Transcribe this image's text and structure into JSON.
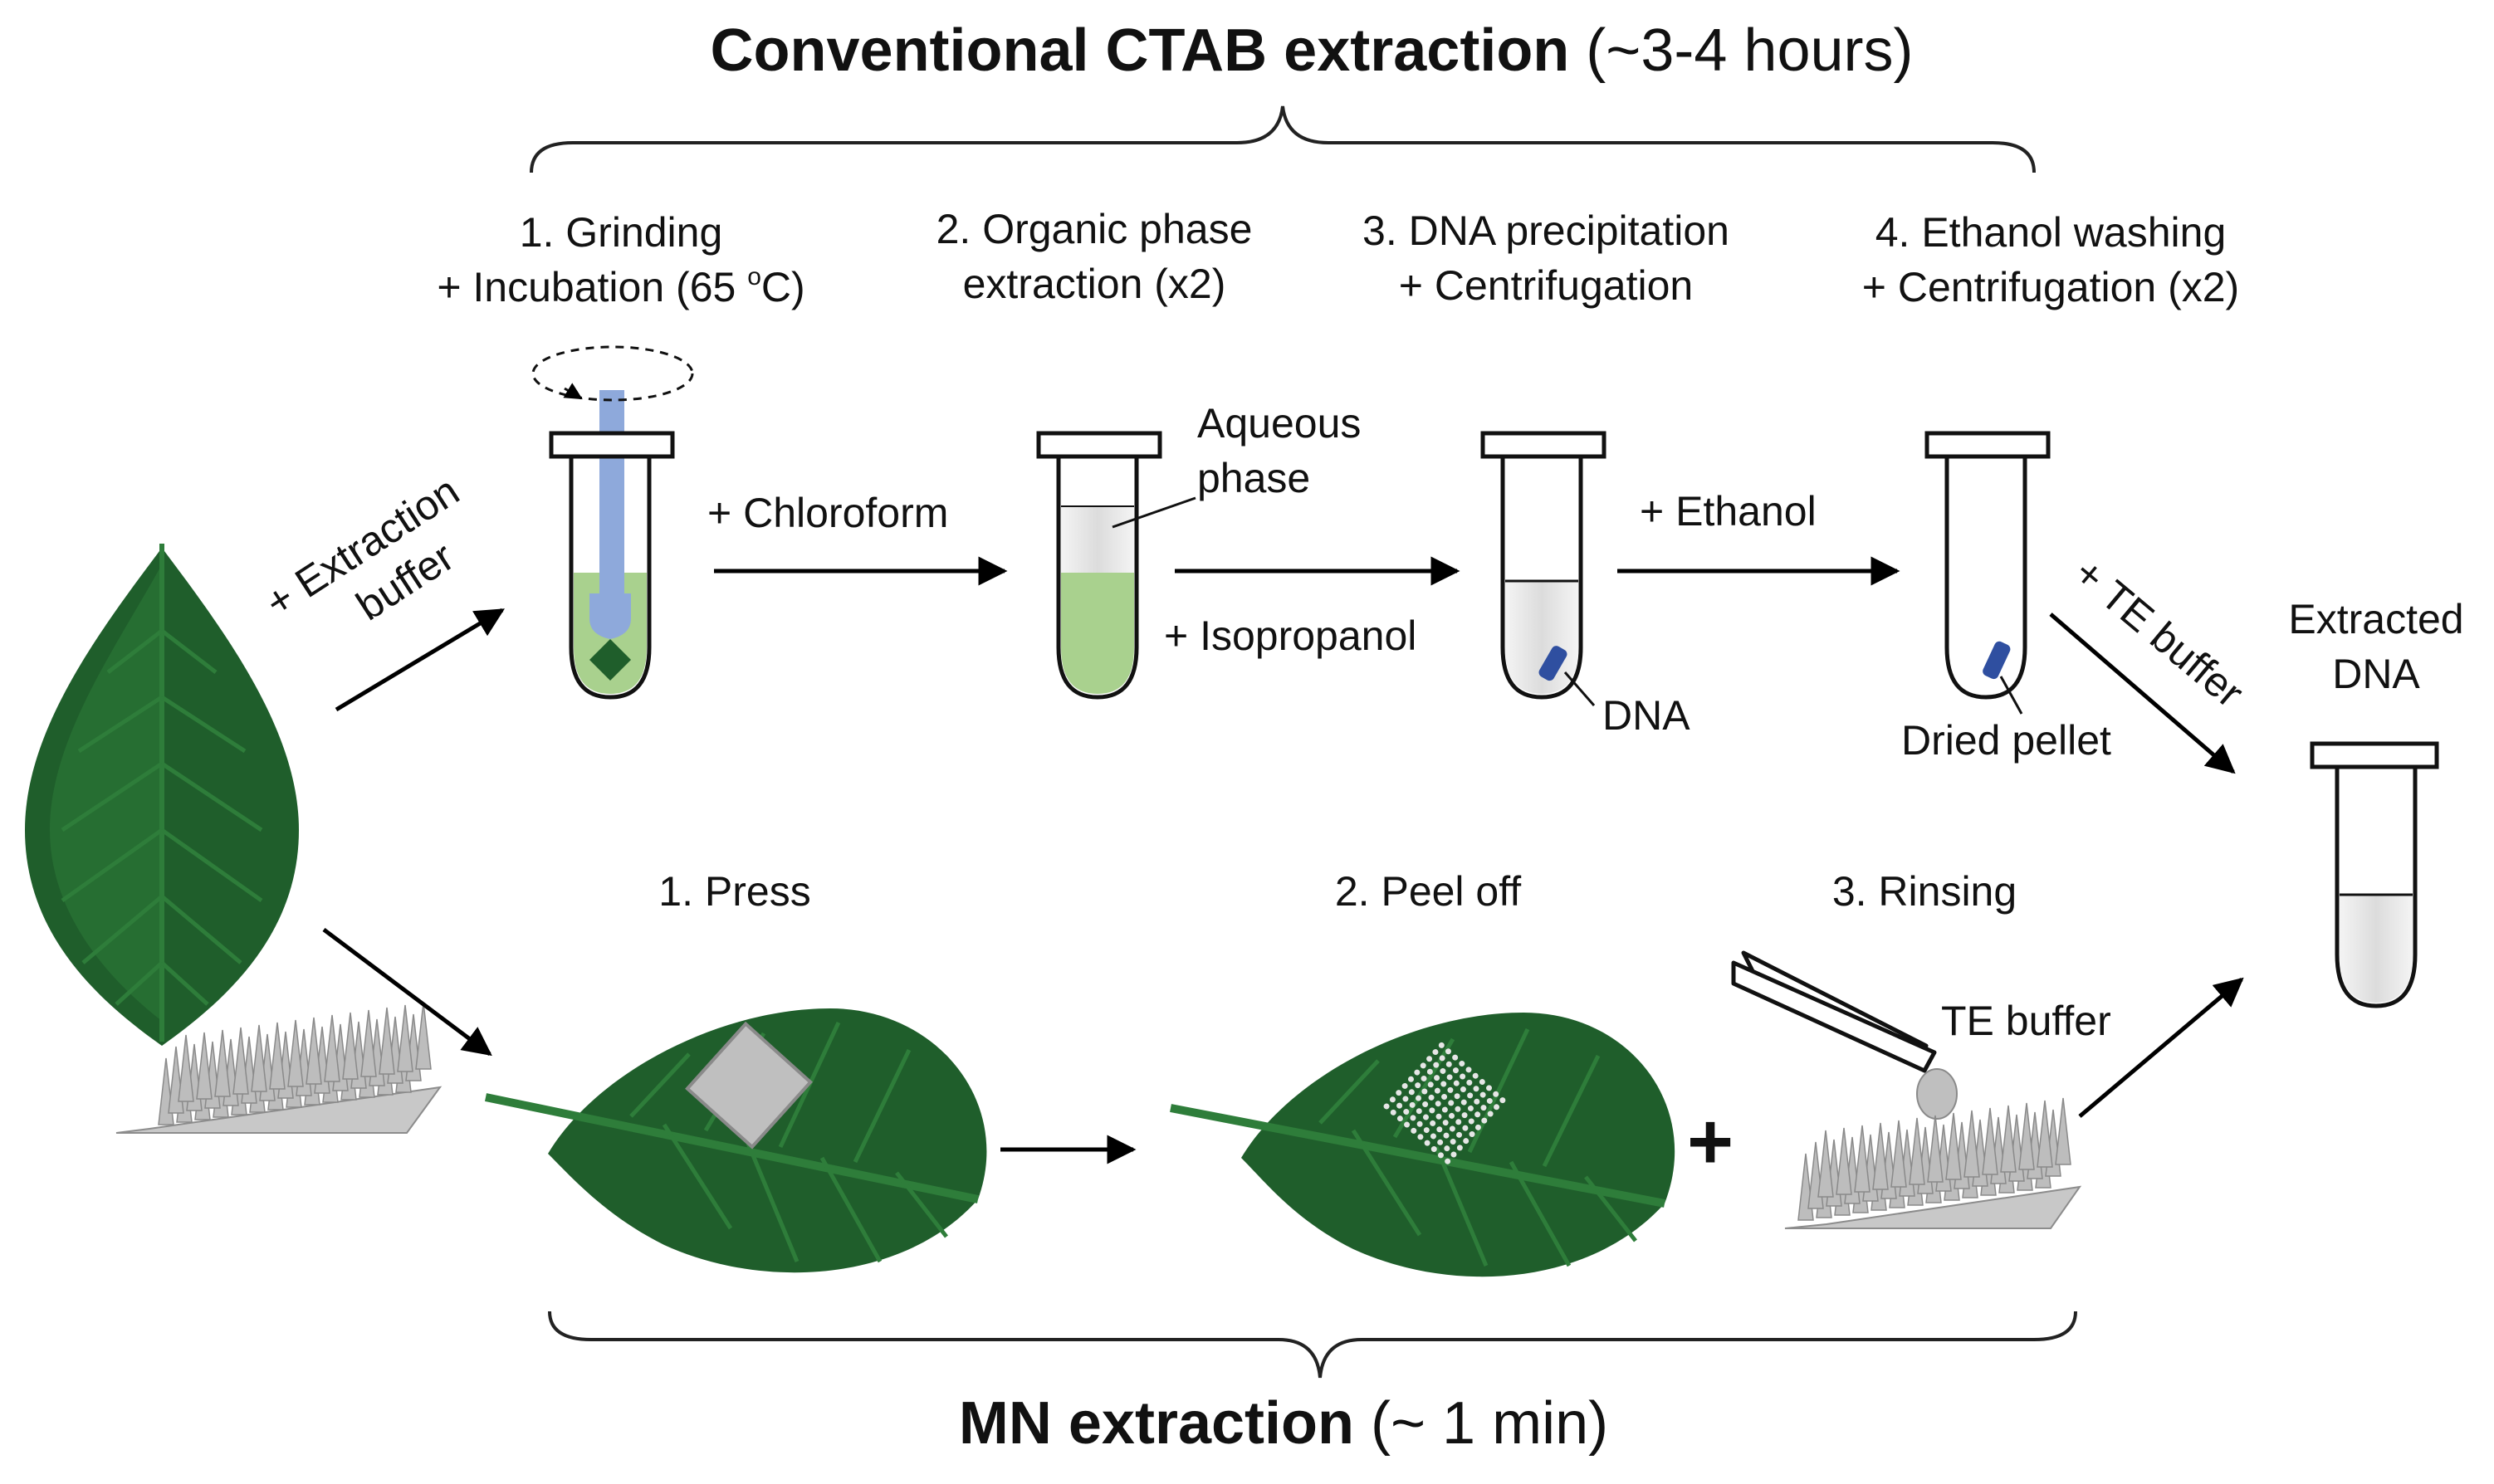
{
  "titles": {
    "top_bold": "Conventional CTAB extraction",
    "top_rest": "(~3-4 hours)",
    "bottom_bold": "MN extraction",
    "bottom_rest": "(~ 1 min)"
  },
  "ctab_steps": {
    "s1_line1": "1. Grinding",
    "s1_line2_a": "+ Incubation (65 ",
    "s1_sup": "o",
    "s1_line2_b": "C)",
    "s2_line1": "2. Organic phase",
    "s2_line2": "extraction (x2)",
    "s3_line1": "3. DNA precipitation",
    "s3_line2": "+ Centrifugation",
    "s4_line1": "4. Ethanol washing",
    "s4_line2": "+ Centrifugation (x2)"
  },
  "reagents": {
    "extraction_buffer_1": "+ Extraction",
    "extraction_buffer_2": "buffer",
    "chloroform": "+ Chloroform",
    "isopropanol": "+ Isopropanol",
    "ethanol": "+ Ethanol",
    "te_buffer_arrow": "+ TE buffer"
  },
  "labels": {
    "aqueous_1": "Aqueous",
    "aqueous_2": "phase",
    "dna": "DNA",
    "dried_pellet": "Dried pellet",
    "extracted_1": "Extracted",
    "extracted_2": "DNA",
    "te_buffer": "TE buffer",
    "plus": "+"
  },
  "mn_steps": {
    "press": "1. Press",
    "peel": "2. Peel off",
    "rinse": "3. Rinsing"
  },
  "colors": {
    "leaf_dark": "#1f5e2b",
    "leaf_light": "#2e7d3a",
    "green_liquid": "#a9d18e",
    "pestle_blue": "#8ea9db",
    "pellet_blue": "#2f4fa0",
    "patch_gray": "#bfbfbf"
  }
}
